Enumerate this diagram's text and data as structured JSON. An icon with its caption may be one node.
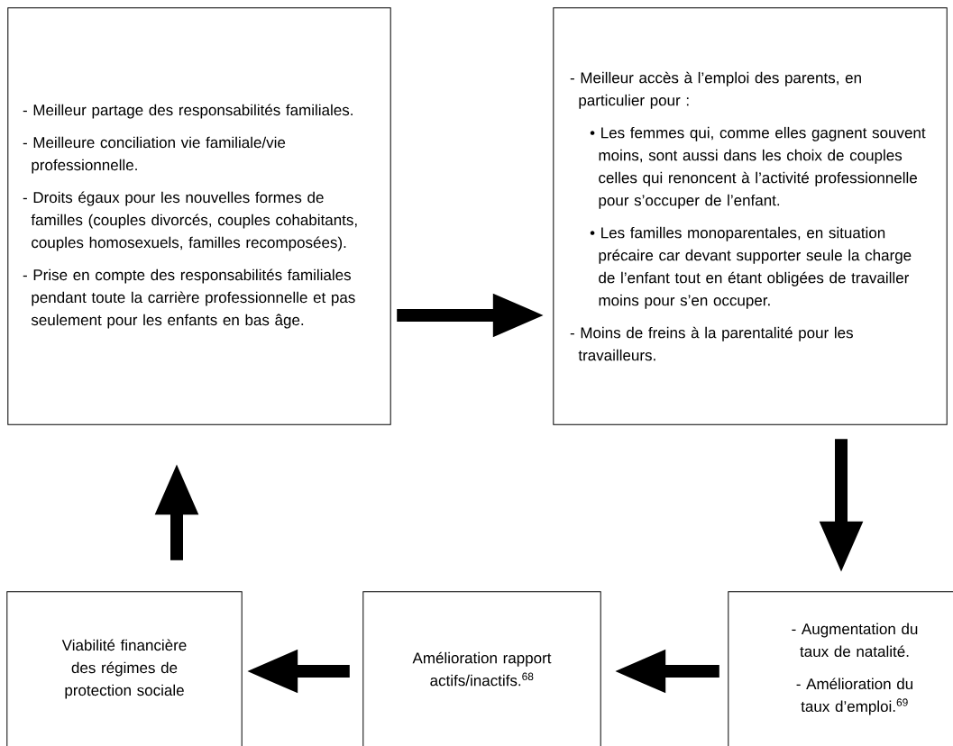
{
  "diagram": {
    "nodes": [
      {
        "text": [
          "- Meilleur partage des responsabilités familiales.",
          "- Meilleure conciliation vie familiale/vie professionnelle.",
          "- Droits égaux pour les nouvelles formes de familles (couples divorcés, couples cohabitants, couples homosexuels, familles recomposées).",
          "- Prise en compte des responsabilités familiales pendant toute la carrière professionnelle et pas seulement pour les enfants en bas âge."
        ]
      },
      {
        "text": [
          "- Meilleur accès à l’emploi des parents, en particulier pour :",
          "• Les femmes qui, comme elles gagnent souvent moins, sont aussi dans les choix de couples celles qui renoncent à l’activité professionnelle pour s’occuper de l’enfant.",
          "• Les familles monoparentales, en situation précaire car devant supporter seule la charge de l’enfant tout en étant obligées de travailler moins pour s’en occuper.",
          "- Moins de freins à la parentalité pour les travailleurs."
        ]
      },
      {
        "text": [
          "- Augmentation du taux de natalité.",
          "- Amélioration du taux d’emploi.$^{69}$"
        ]
      },
      {
        "text": [
          "Amélioration rapport actifs/inactifs.$^{68}$"
        ]
      },
      {
        "text": [
          "Viabilité financière des régimes de protection sociale"
        ]
      }
    ],
    "edges": [
      {
        "from": 0,
        "to": 1,
        "arrow": "to"
      },
      {
        "from": 1,
        "to": 2,
        "arrow": "to"
      },
      {
        "from": 2,
        "to": 3,
        "arrow": "to"
      },
      {
        "from": 3,
        "to": 4,
        "arrow": "to"
      },
      {
        "from": 4,
        "to": 0,
        "arrow": "to"
      }
    ]
  }
}
